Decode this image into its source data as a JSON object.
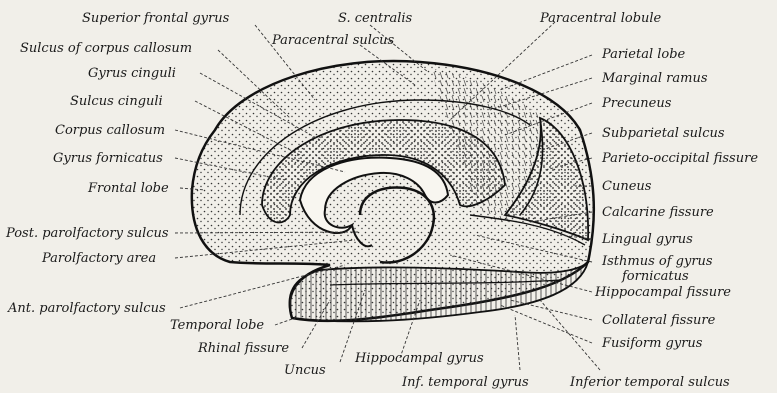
{
  "labels": {
    "superior_frontal_gyrus": "Superior frontal gyrus",
    "s_centralis": "S. centralis",
    "paracentral_lobule": "Paracentral lobule",
    "sulcus_corpus_callosum": "Sulcus of corpus callosum",
    "paracentral_sulcus": "Paracentral sulcus",
    "parietal_lobe": "Parietal lobe",
    "gyrus_cinguli": "Gyrus cinguli",
    "marginal_ramus": "Marginal ramus",
    "sulcus_cinguli": "Sulcus cinguli",
    "precuneus": "Precuneus",
    "corpus_callosum": "Corpus callosum",
    "subparietal_sulcus": "Subparietal sulcus",
    "gyrus_fornicatus": "Gyrus fornicatus",
    "parieto_occipital_fissure": "Parieto-occipital fissure",
    "frontal_lobe": "Frontal lobe",
    "cuneus": "Cuneus",
    "calcarine_fissure": "Calcarine fissure",
    "post_parolfactory_sulcus": "Post. parolfactory sulcus",
    "lingual_gyrus": "Lingual gyrus",
    "parolfactory_area": "Parolfactory area",
    "isthmus_line1": "Isthmus of gyrus",
    "isthmus_line2": "fornicatus",
    "ant_parolfactory_sulcus": "Ant. parolfactory sulcus",
    "hippocampal_fissure": "Hippocampal fissure",
    "temporal_lobe": "Temporal lobe",
    "collateral_fissure": "Collateral fissure",
    "rhinal_fissure": "Rhinal fissure",
    "fusiform_gyrus": "Fusiform gyrus",
    "uncus": "Uncus",
    "hippocampal_gyrus": "Hippocampal gyrus",
    "inf_temporal_gyrus": "Inf. temporal gyrus",
    "inferior_temporal_sulcus": "Inferior temporal sulcus"
  }
}
